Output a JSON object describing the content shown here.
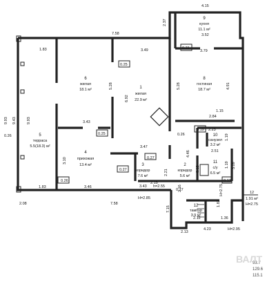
{
  "dimensions": {
    "top_1": "7.58",
    "top_2": "4.15",
    "left_1": "1.83",
    "left_top_mid": "3.49",
    "v_2_37": "2.37",
    "v_9_93_a": "9.93",
    "v_9_43": "9.43",
    "v_9_93_b": "9.93",
    "v_0_26": "0.26",
    "v_5_28": "5.28",
    "v_6_92": "6.92",
    "v_0_25_a": "0.25",
    "v_3_43_a": "3.43",
    "v_0_25_b": "0.25",
    "v_3_10": "3.10",
    "v_0_27_a": "0.27",
    "v_1_83_b": "1.83",
    "v_0_26_b": "0.26",
    "v_3_46": "3.46",
    "v_3_43_b": "3.43",
    "v_2_08": "2.08",
    "v_7_58_b": "7.58",
    "v_3_47": "3.47",
    "v_0_27_b": "0.27",
    "v_0_31": "0.31",
    "v_3_79": "3.79",
    "v_3_52": "3.52",
    "v_5_28_b": "5.28",
    "v_4_91": "4.91",
    "v_1_15": "1.15",
    "v_2_84": "2.84",
    "v_0_19": "0.19",
    "v_2_23": "2.23",
    "v_1_19": "1.19",
    "v_2_51": "2.51",
    "v_1_19_b": "1.19",
    "v_0_12": "0.12",
    "v_3_09": "3.09",
    "v_0_17": "0.17",
    "v_2_12": "2.12",
    "v_1_82": "1.82",
    "v_1_36": "1.36",
    "v_4_23": "4.23",
    "v_7_15": "7.15",
    "v_2_13": "2.13",
    "v_2_16": "2.16",
    "v_4_46": "4.46",
    "v_2_21": "2.21",
    "v_0_26_c": "0.26",
    "v_0_27_c": "0.27",
    "v_2_15": "2.15"
  },
  "heights": {
    "h_2_55": "h=2.55",
    "h_2_85": "H=2.85",
    "h_2_95": "H=2.95",
    "h_2_75": "H=2.75"
  },
  "rooms": {
    "r1": {
      "num": "1",
      "name": "жилая",
      "area": "22.9 м²"
    },
    "r2": {
      "num": "2",
      "name": "коридор",
      "area": "5.6 м²"
    },
    "r3": {
      "num": "3",
      "name": "коридор",
      "area": "7.6 м²"
    },
    "r4": {
      "num": "4",
      "name": "прихожая",
      "area": "13.4 м²"
    },
    "r5": {
      "num": "5",
      "name": "терраса",
      "area": "5.5(18.3) м²"
    },
    "r6": {
      "num": "6",
      "name": "жилая",
      "area": "18.1 м²"
    },
    "r8": {
      "num": "8",
      "name": "гостиная",
      "area": "18.7 м²"
    },
    "r9": {
      "num": "9",
      "name": "кухня",
      "area": "11.1 м²"
    },
    "r10": {
      "num": "10",
      "name": "санузел",
      "area": "3.2 м²"
    },
    "r11": {
      "num": "11",
      "name": "с/у",
      "area": "6.5 м²"
    },
    "r12": {
      "num": "12",
      "name": "тамбур",
      "area": "3.9 м²"
    }
  },
  "stats": {
    "s1": "93.7",
    "s2": "129.6",
    "s3": "115.1"
  },
  "side_note": {
    "line1": "12",
    "line2": "1.91 м²",
    "line3": "H=2.75"
  },
  "watermark": "ВАЛТ"
}
